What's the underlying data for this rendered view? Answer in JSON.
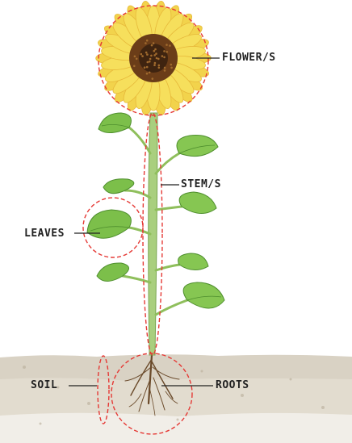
{
  "labels": {
    "flower": "FLOWER/S",
    "stem": "STEM/S",
    "leaves": "LEAVES",
    "soil": "SOIL",
    "roots": "ROOTS"
  },
  "colors": {
    "highlight": "#e53935",
    "petal": "#f6df5c",
    "petal_edge": "#e7b93a",
    "disk": "#6b3d18",
    "stem": "#a9cf7e",
    "leaf": "#7cbf4a",
    "leaf_dark": "#4f8f2e",
    "soil": "#d9d2c4",
    "root": "#6a4a2a"
  },
  "icons": [
    "sunflower-illustration",
    "soil-illustration"
  ]
}
